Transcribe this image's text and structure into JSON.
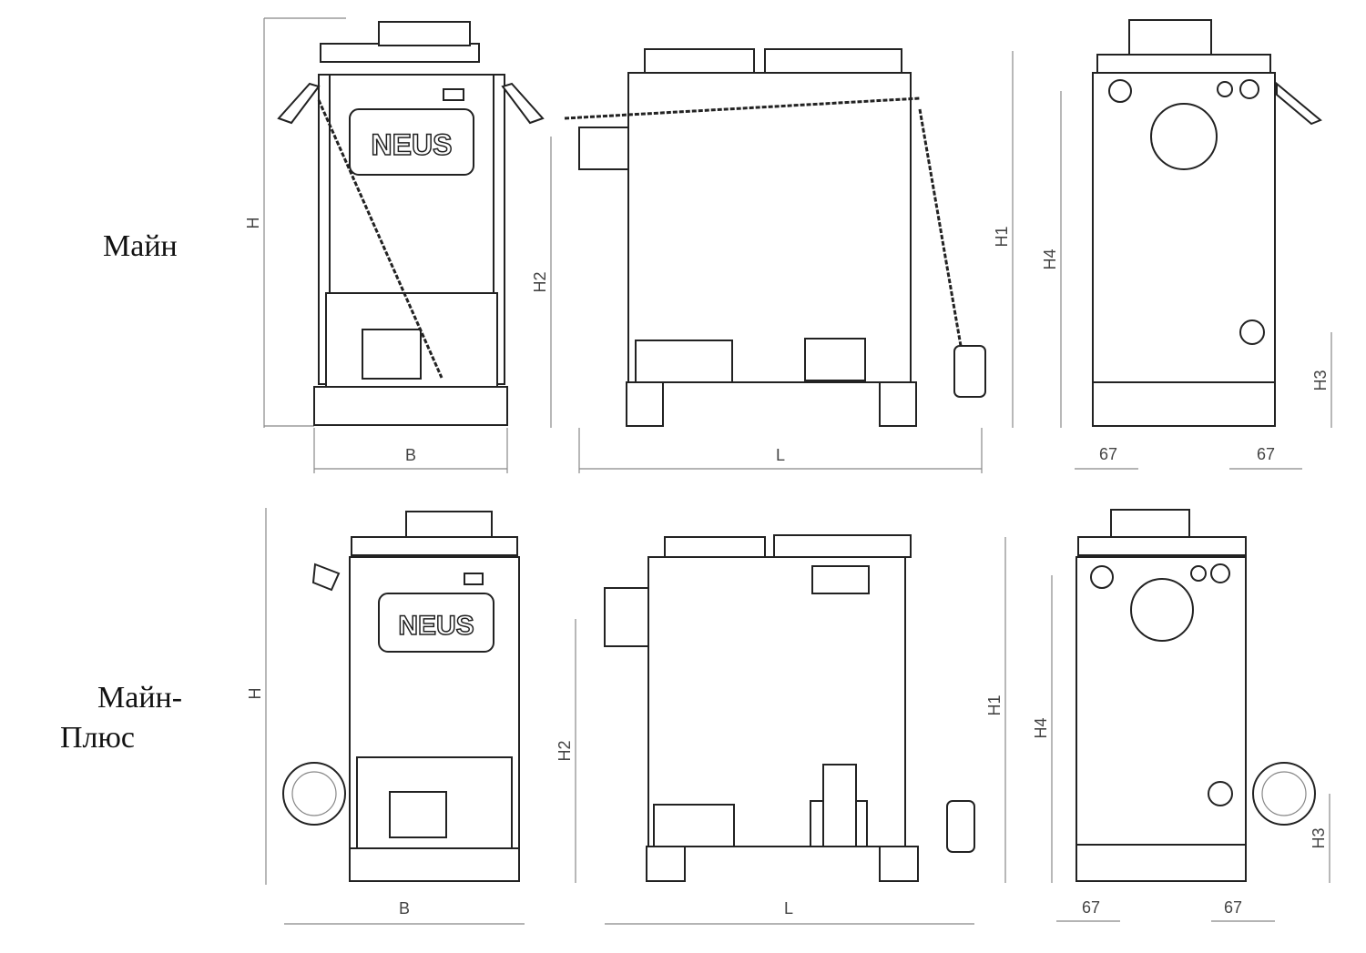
{
  "rows": [
    {
      "model_label": "Майн",
      "front": {
        "width_label": "B",
        "height_label": "H",
        "logo": "NEUS"
      },
      "side": {
        "length_label": "L",
        "h1_label": "H1",
        "h2_label": "H2"
      },
      "back": {
        "h4_label": "H4",
        "h3_label": "H3",
        "offset_left": "67",
        "offset_right": "67"
      }
    },
    {
      "model_label_line1": "Майн-",
      "model_label_line2": "Плюс",
      "front": {
        "width_label": "B",
        "height_label": "H",
        "logo": "NEUS"
      },
      "side": {
        "length_label": "L",
        "h1_label": "H1",
        "h2_label": "H2"
      },
      "back": {
        "h4_label": "H4",
        "h3_label": "H3",
        "offset_left": "67",
        "offset_right": "67"
      }
    }
  ]
}
